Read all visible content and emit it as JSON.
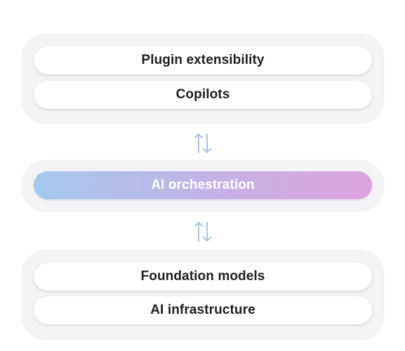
{
  "layers": {
    "top": {
      "items": [
        "Plugin extensibility",
        "Copilots"
      ]
    },
    "middle": {
      "label": "AI orchestration",
      "gradient_start": "#a5c8ee",
      "gradient_end": "#dea3dc"
    },
    "bottom": {
      "items": [
        "Foundation models",
        "AI infrastructure"
      ]
    }
  },
  "connectors": {
    "icon": "up-down-arrows-icon",
    "color": "#a9c4e6"
  }
}
